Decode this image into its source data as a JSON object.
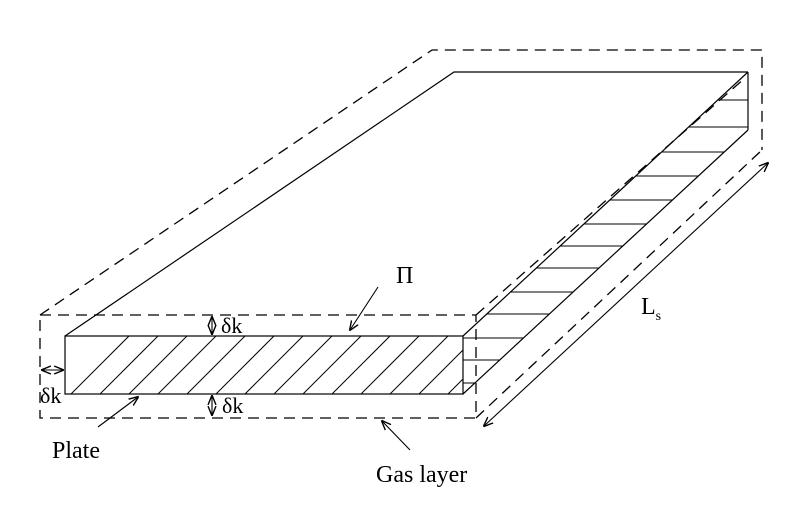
{
  "labels": {
    "pi": "Π",
    "ls_main": "L",
    "ls_sub": "s",
    "dk_top": "δk",
    "dk_bottom": "δk",
    "dk_left": "δk",
    "plate": "Plate",
    "gas_layer": "Gas layer"
  }
}
